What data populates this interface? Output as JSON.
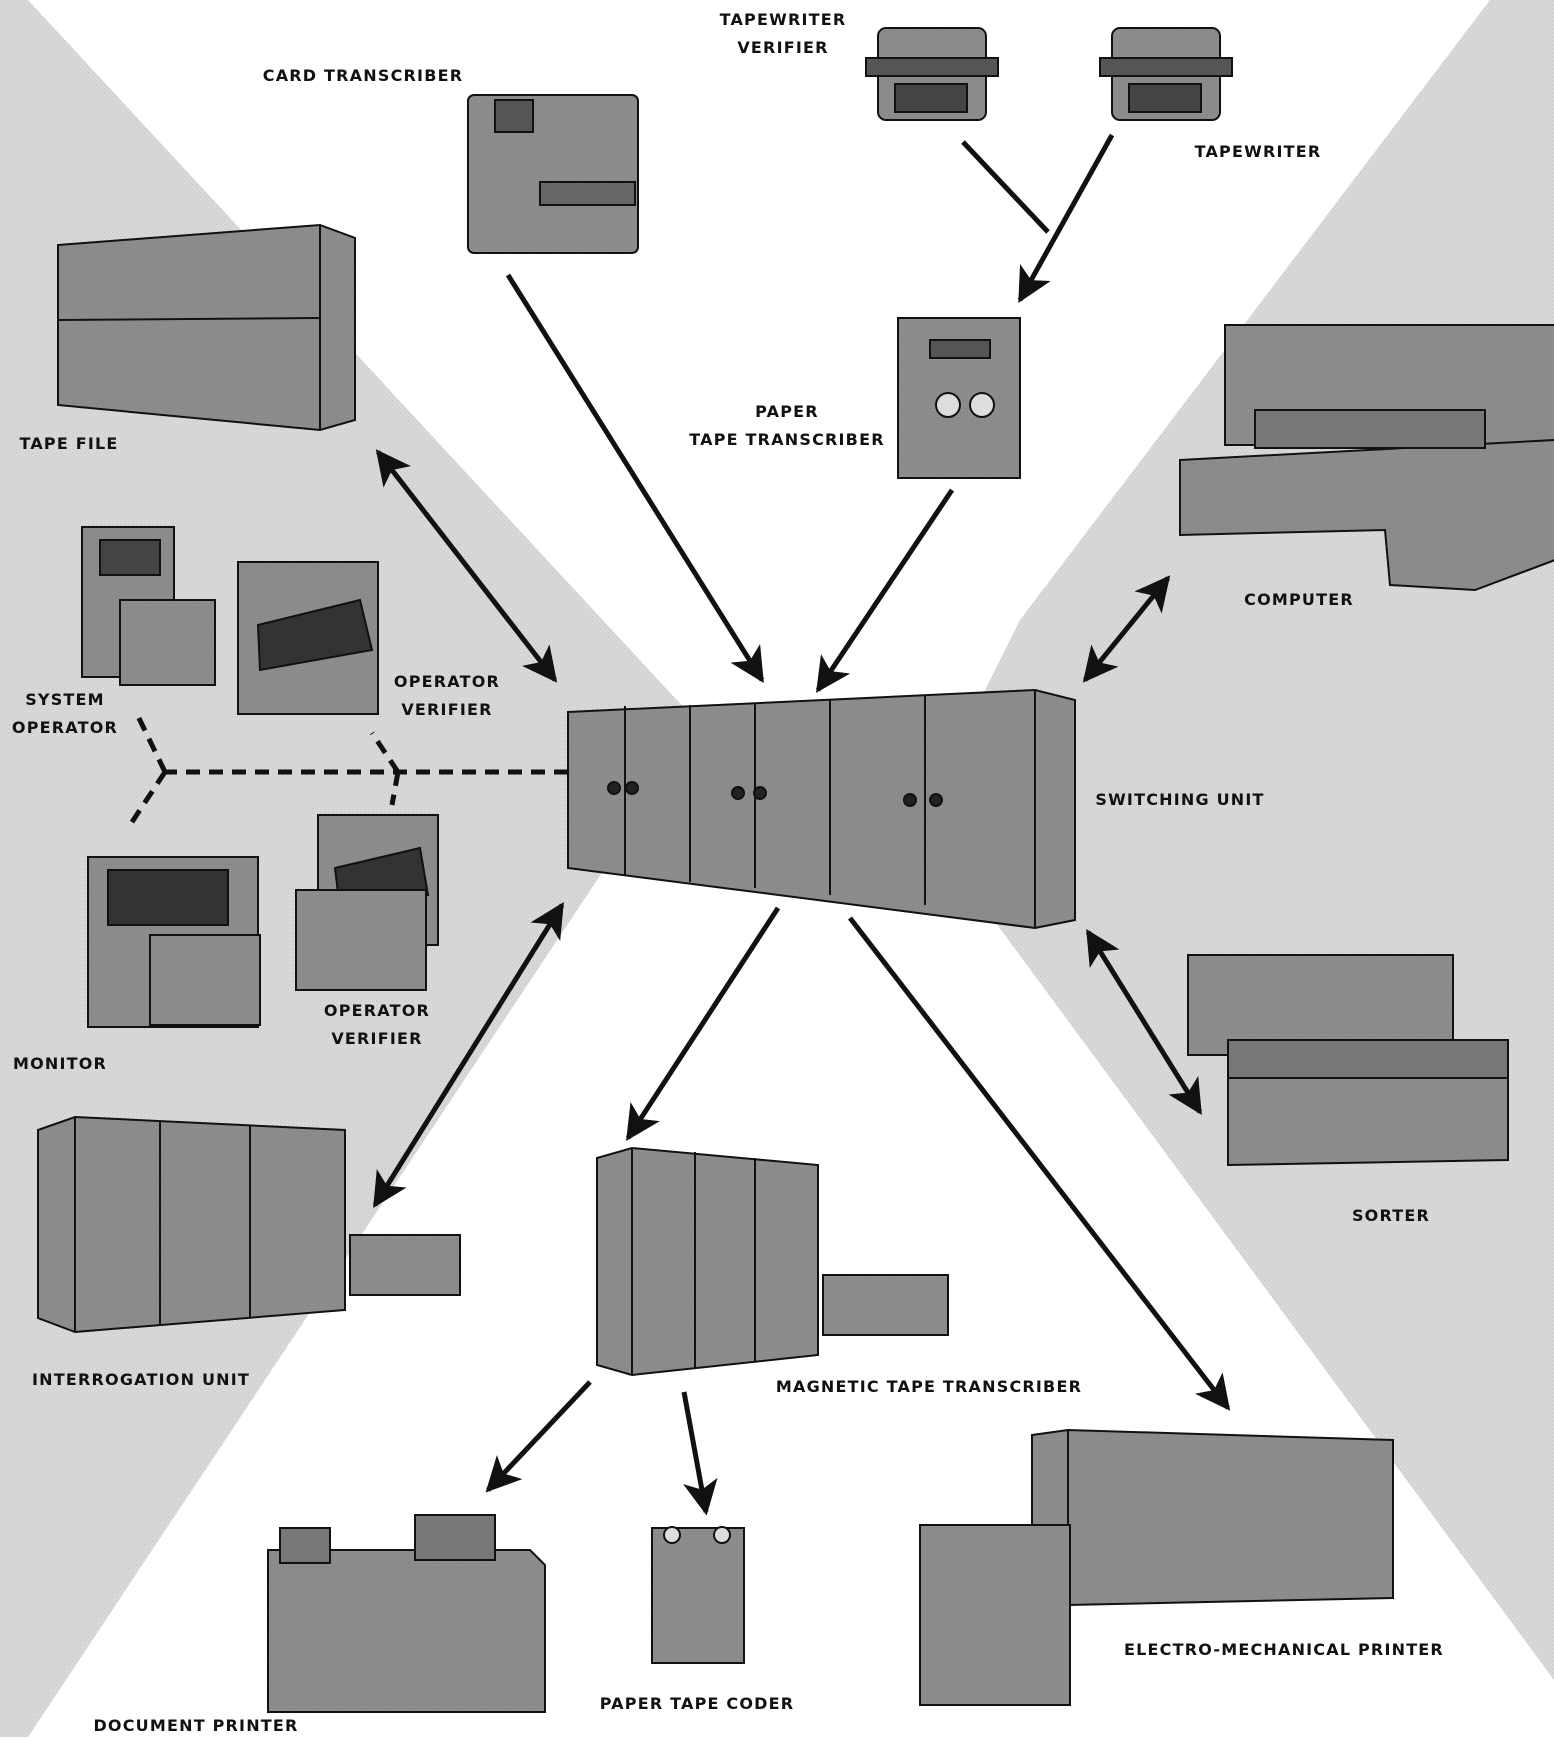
{
  "colors": {
    "panel_shade": "#d6d6d6",
    "machine_fill": "#8a8a8a",
    "machine_dark": "#6a6a6a",
    "outline": "#111111",
    "arrow": "#111111"
  },
  "labels": {
    "tapewriter_verifier": [
      "TAPEWRITER",
      "VERIFIER"
    ],
    "card_transcriber": "CARD TRANSCRIBER",
    "tapewriter": "TAPEWRITER",
    "tape_file": "TAPE FILE",
    "paper_tape_transcriber": [
      "PAPER",
      "TAPE TRANSCRIBER"
    ],
    "computer": "COMPUTER",
    "system_operator": [
      "SYSTEM",
      "OPERATOR"
    ],
    "operator_verifier_top": [
      "OPERATOR",
      "VERIFIER"
    ],
    "switching_unit": "SWITCHING UNIT",
    "monitor": "MONITOR",
    "operator_verifier_bottom": [
      "OPERATOR",
      "VERIFIER"
    ],
    "sorter": "SORTER",
    "interrogation_unit": "INTERROGATION UNIT",
    "magnetic_tape_transcriber": "MAGNETIC TAPE TRANSCRIBER",
    "electro_mechanical_printer": "ELECTRO-MECHANICAL PRINTER",
    "paper_tape_coder": "PAPER TAPE CODER",
    "document_printer": "DOCUMENT PRINTER"
  },
  "icons": {
    "tapewriter_verifier": "typewriter-icon",
    "tapewriter": "typewriter-icon",
    "card_transcriber": "card-transcriber-icon",
    "tape_file": "tape-file-cabinet-icon",
    "paper_tape_transcriber": "paper-tape-reader-icon",
    "computer": "computer-console-icon",
    "system_operator": "operator-console-icon",
    "operator_verifier_top": "operator-console-icon",
    "switching_unit": "switching-cabinet-icon",
    "monitor": "monitor-console-icon",
    "operator_verifier_bottom": "operator-console-icon",
    "sorter": "sorter-console-icon",
    "interrogation_unit": "interrogation-cabinet-icon",
    "magnetic_tape_transcriber": "tape-transcriber-cabinet-icon",
    "electro_mechanical_printer": "printer-cabinet-icon",
    "paper_tape_coder": "tape-coder-icon",
    "document_printer": "document-printer-icon"
  }
}
